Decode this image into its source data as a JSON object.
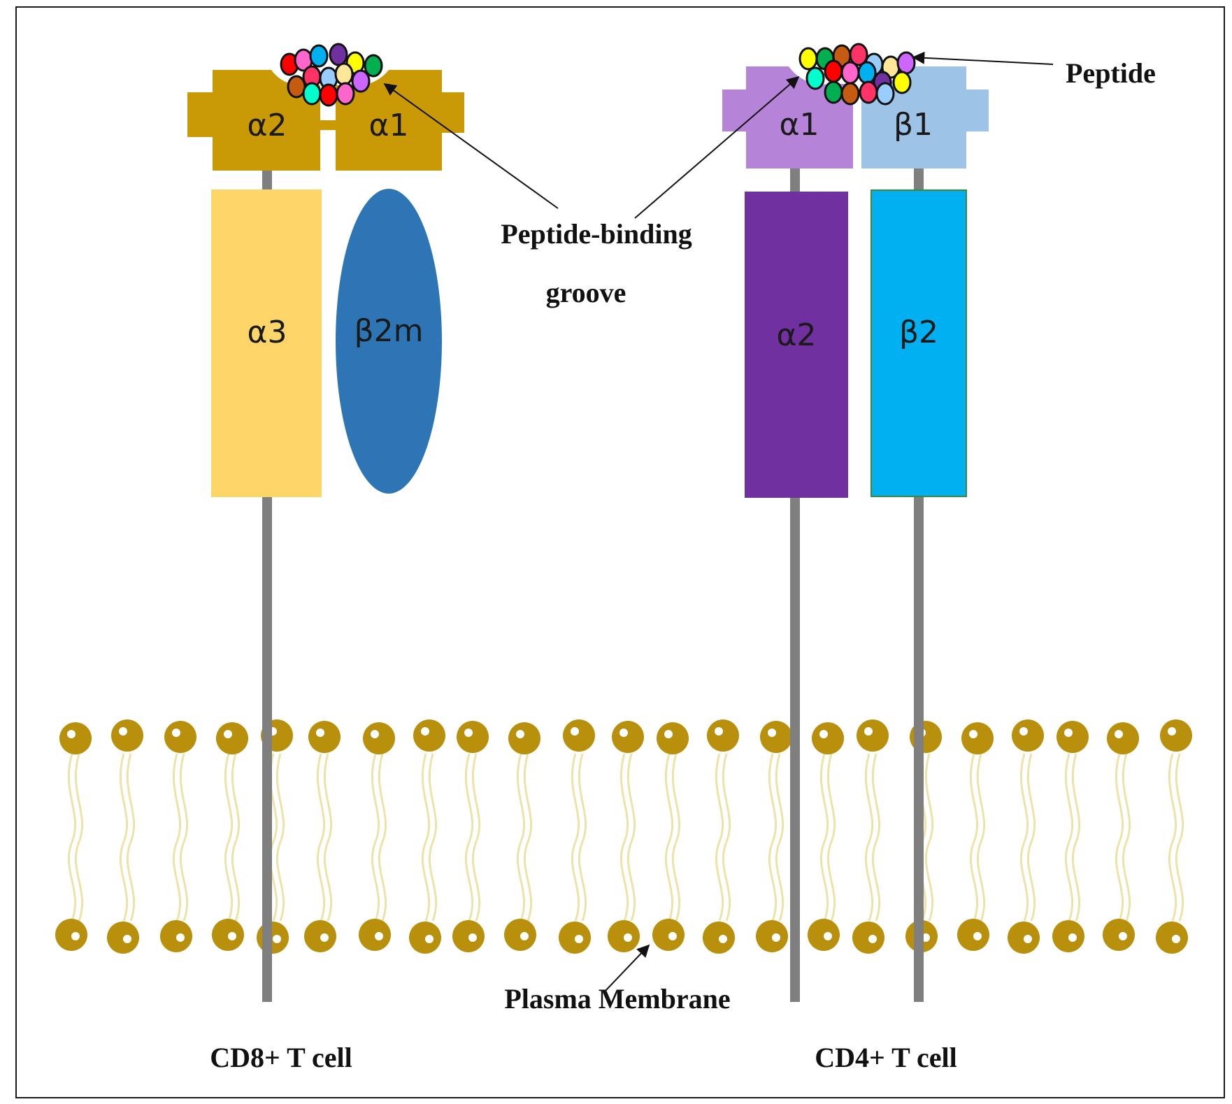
{
  "domains": {
    "mhc1_alpha2": "α2",
    "mhc1_alpha1": "α1",
    "mhc1_alpha3": "α3",
    "mhc1_b2m": "β2m",
    "mhc2_alpha1": "α1",
    "mhc2_beta1": "β1",
    "mhc2_alpha2": "α2",
    "mhc2_beta2": "β2"
  },
  "annotations": {
    "peptide": "Peptide",
    "groove_line1": "Peptide-binding",
    "groove_line2": "groove",
    "membrane": "Plasma Membrane"
  },
  "cells": {
    "left": "CD8+ T cell",
    "right": "CD4+ T cell"
  },
  "colors": {
    "mhc1_top": "#c99a06",
    "mhc1_alpha3": "#fdd568",
    "mhc1_b2m": "#2e75b6",
    "mhc2_alpha1": "#b584d9",
    "mhc2_beta1": "#9dc3e6",
    "mhc2_alpha2": "#7030a0",
    "mhc2_beta2": "#00b0f0",
    "stalk": "#7f7f7f",
    "lipid_head": "#b8900c",
    "lipid_tail": "#ebe3a8"
  },
  "peptide_bead_colors": [
    "#ff0000",
    "#ff66cc",
    "#00b0f0",
    "#7030a0",
    "#ffff00",
    "#00b050",
    "#c55a11",
    "#ff3366",
    "#99ccff",
    "#ffe699",
    "#cc66ff",
    "#00ffcc"
  ]
}
